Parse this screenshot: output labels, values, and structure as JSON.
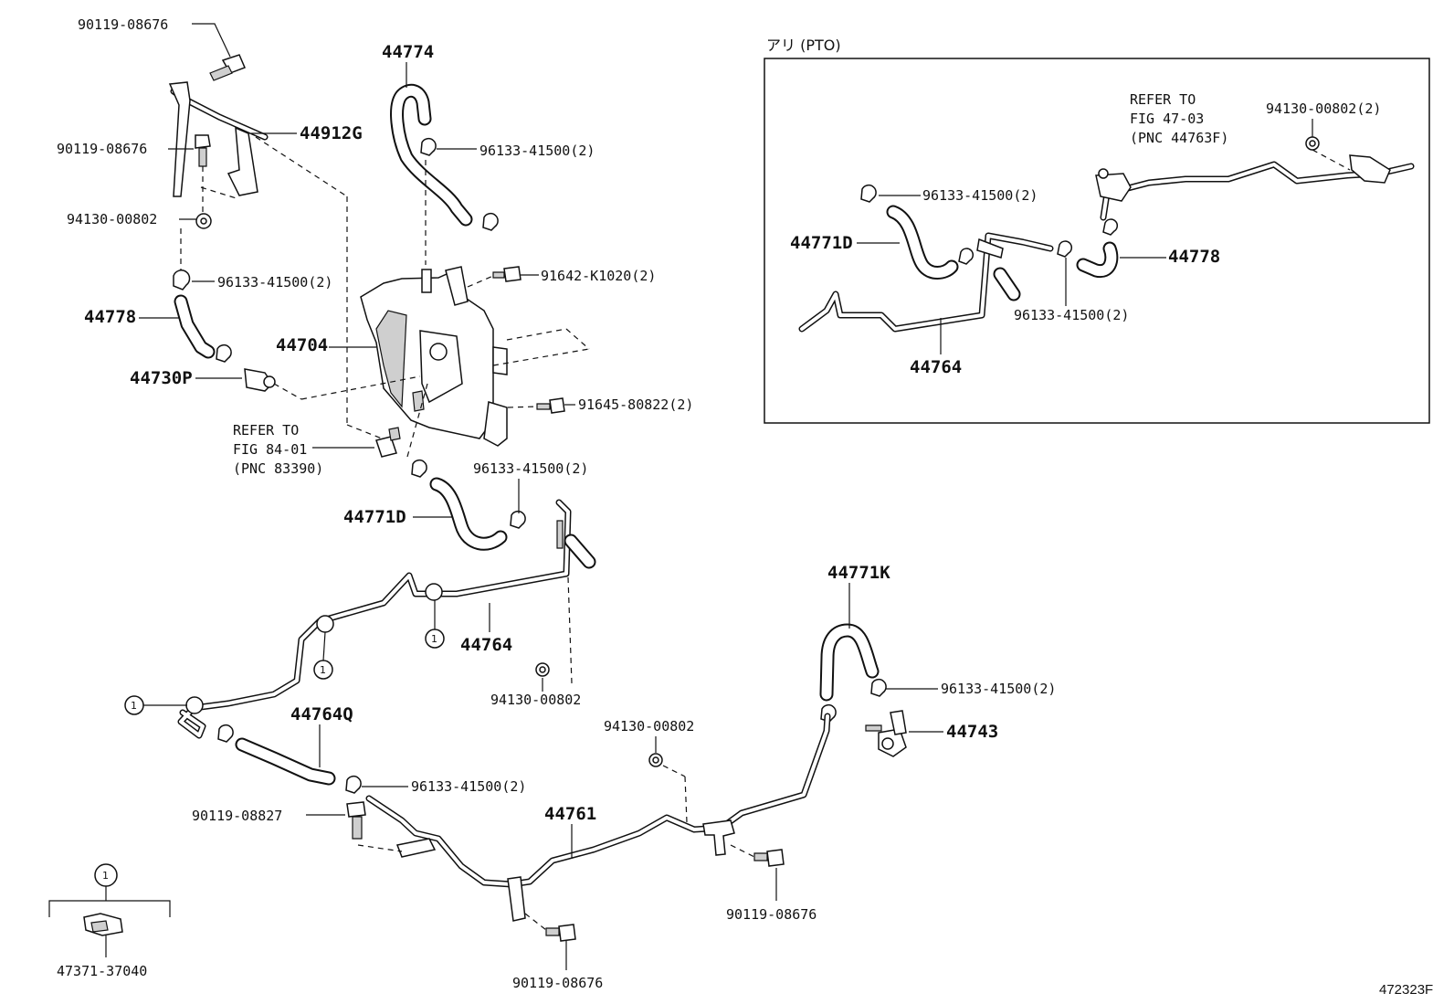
{
  "figure_code": "472323F",
  "inset": {
    "title": "アリ (PTO)",
    "refer_note": [
      "REFER TO",
      "FIG 47-03",
      "(PNC 44763F)"
    ],
    "labels": {
      "nut": "94130-00802(2)",
      "clamp_top": "96133-41500(2)",
      "hose_d": "44771D",
      "hose_78": "44778",
      "clamp_bottom": "96133-41500(2)",
      "pipe": "44764"
    }
  },
  "main": {
    "refer_note": [
      "REFER TO",
      "FIG 84-01",
      "(PNC 83390)"
    ],
    "callout_symbol": "1",
    "labels": {
      "bolt_top": "90119-08676",
      "hose_top": "44774",
      "bracket": "44912G",
      "bolt_left": "90119-08676",
      "clamp_hose_top": "96133-41500(2)",
      "nut_left": "94130-00802",
      "clamp_left": "96133-41500(2)",
      "hose_78": "44778",
      "bolt_reservoir_top": "91642-K1020(2)",
      "reservoir": "44704",
      "union": "44730P",
      "bolt_reservoir_side": "91645-80822(2)",
      "clamp_mid": "96133-41500(2)",
      "hose_d": "44771D",
      "pipe_64": "44764",
      "nut_mid": "94130-00802",
      "hose_k": "44771K",
      "clamp_right": "96133-41500(2)",
      "nut_lower": "94130-00802",
      "hose_q": "44764Q",
      "fitting": "44743",
      "clamp_lower": "96133-41500(2)",
      "bolt_lower_left": "90119-08827",
      "pipe_61": "44761",
      "bolt_lower_right": "90119-08676",
      "bolt_bottom": "90119-08676",
      "clip": "47371-37040"
    }
  }
}
